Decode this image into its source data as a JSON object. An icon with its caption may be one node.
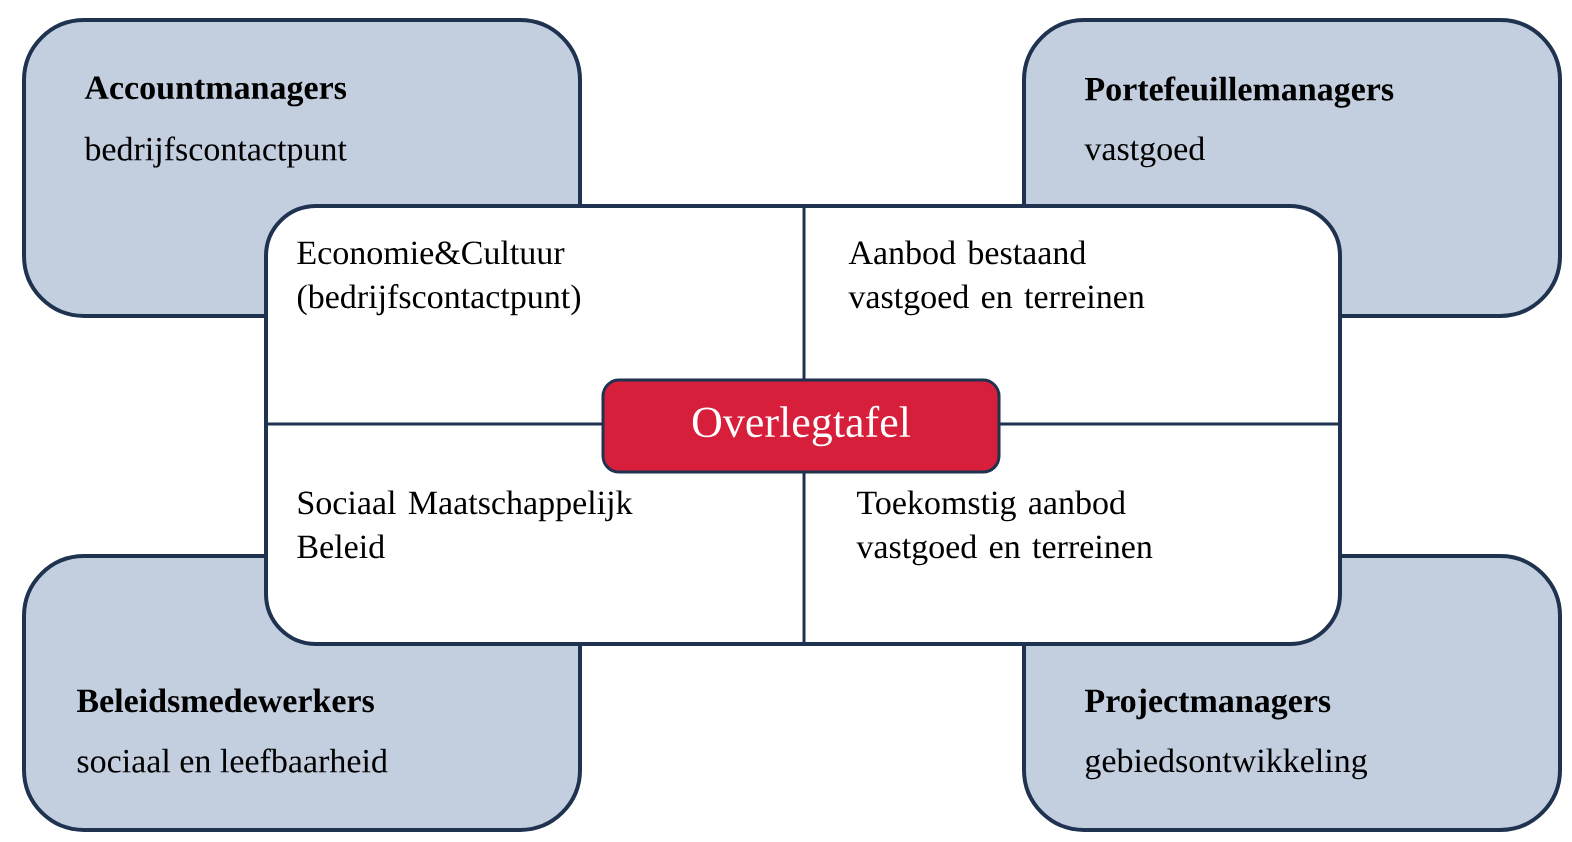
{
  "diagram": {
    "nodes": [
      {
        "text": [
          "Accountmanagers",
          "bedrijfscontactpunt"
        ]
      },
      {
        "text": [
          "Portefeuillemanagers",
          "vastgoed"
        ]
      },
      {
        "text": [],
        "shape": "box"
      },
      {
        "text": [
          "Economie&Cultuur (bedrijfscontactpunt)"
        ]
      },
      {
        "text": [
          "Aanbod bestaand vastgoed en terreinen"
        ],
        "in": 2
      },
      {
        "text": [
          "Sociaal Maatschappelijk Beleid"
        ],
        "in": 2
      },
      {
        "text": [
          "Toekomstig aanbod vastgoed en terreinen"
        ],
        "in": 2
      },
      {
        "text": [
          "Overlegtafel"
        ],
        "in": 2
      },
      {
        "text": [
          "Beleidsmedewerkers",
          "sociaal en leefbaarheid"
        ]
      },
      {
        "text": [
          "Projectmanagers",
          "gebiedsontwikkeling"
        ]
      }
    ],
    "edges": []
  }
}
